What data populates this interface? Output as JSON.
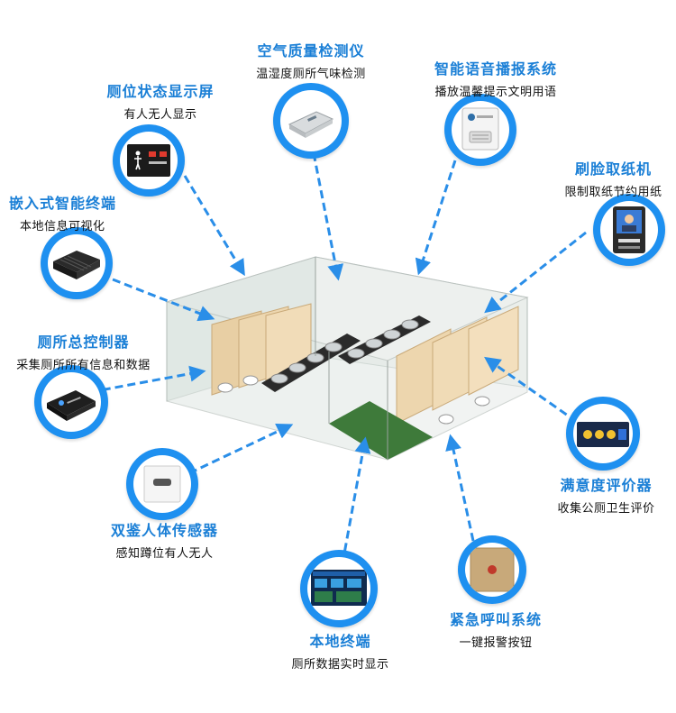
{
  "components": [
    {
      "id": "display",
      "title": "厕位状态显示屏",
      "subtitle": "有人无人显示",
      "icon": "toilet-status-display-icon"
    },
    {
      "id": "air",
      "title": "空气质量检测仪",
      "subtitle": "温湿度厕所气味检测",
      "icon": "air-quality-detector-icon"
    },
    {
      "id": "voice",
      "title": "智能语音播报系统",
      "subtitle": "播放温馨提示文明用语",
      "icon": "voice-broadcast-speaker-icon"
    },
    {
      "id": "paper",
      "title": "刷脸取纸机",
      "subtitle": "限制取纸节约用纸",
      "icon": "face-recognition-paper-dispenser-icon"
    },
    {
      "id": "terminal",
      "title": "嵌入式智能终端",
      "subtitle": "本地信息可视化",
      "icon": "embedded-terminal-box-icon"
    },
    {
      "id": "controller",
      "title": "厕所总控制器",
      "subtitle": "采集厕所所有信息和数据",
      "icon": "main-controller-box-icon"
    },
    {
      "id": "satisfaction",
      "title": "满意度评价器",
      "subtitle": "收集公厕卫生评价",
      "icon": "satisfaction-rating-screen-icon"
    },
    {
      "id": "sensor",
      "title": "双鉴人体传感器",
      "subtitle": "感知蹲位有人无人",
      "icon": "human-presence-sensor-icon"
    },
    {
      "id": "local",
      "title": "本地终端",
      "subtitle": "厕所数据实时显示",
      "icon": "local-terminal-screen-icon"
    },
    {
      "id": "emergency",
      "title": "紧急呼叫系统",
      "subtitle": "一键报警按钮",
      "icon": "emergency-call-button-icon"
    }
  ],
  "colors": {
    "accent": "#1e90f0",
    "title": "#1a7fd6",
    "arrow": "#2a8ee8",
    "floor_green": "#3e7a3a"
  }
}
